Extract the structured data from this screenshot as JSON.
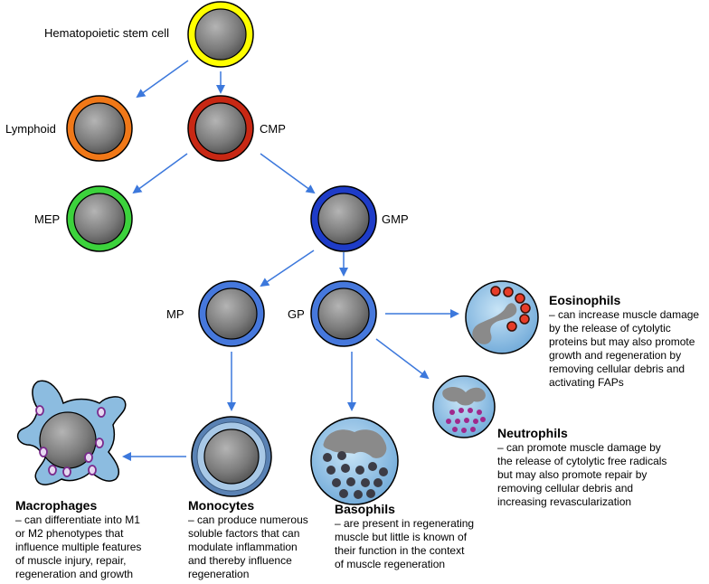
{
  "labels": {
    "hsc": "Hematopoietic stem cell",
    "lymphoid": "Lymphoid",
    "cmp": "CMP",
    "mep": "MEP",
    "gmp": "GMP",
    "mp": "MP",
    "gp": "GP"
  },
  "cells": {
    "eosinophils": {
      "title": "Eosinophils",
      "description": "– can increase muscle damage\nby the release of cytolytic\nproteins but may also promote\ngrowth and regeneration by\nremoving cellular debris and\nactivating FAPs"
    },
    "neutrophils": {
      "title": "Neutrophils",
      "description": "– can promote muscle damage by\nthe release of cytolytic free radicals\nbut may also promote repair by\nremoving cellular debris and\nincreasing revascularization"
    },
    "macrophages": {
      "title": "Macrophages",
      "description": "– can differentiate into M1\nor M2 phenotypes that\ninfluence multiple features\nof muscle injury, repair,\nregeneration and growth"
    },
    "monocytes": {
      "title": "Monocytes",
      "description": "– can produce numerous\nsoluble factors that can\nmodulate inflammation\nand thereby influence\nregeneration"
    },
    "basophils": {
      "title": "Basophils",
      "description": "– are present in regenerating\nmuscle but little is known of\ntheir function in the context\nof muscle regeneration"
    }
  },
  "colors": {
    "hsc_ring": "#ffff00",
    "lymphoid_ring": "#f07818",
    "cmp_ring": "#c82814",
    "mep_ring": "#3cd23c",
    "gmp_ring": "#1e3cc8",
    "mp_ring": "#4678dc",
    "gp_ring": "#4678dc",
    "monocyte_ring": "#5a82b4",
    "cytoplasm": "#8cbce0",
    "nucleus": "#808080",
    "arrow": "#3c78dc",
    "eos_granule": "#e63c28",
    "neu_granule": "#a0288c",
    "baso_granule": "#3c3c46"
  }
}
